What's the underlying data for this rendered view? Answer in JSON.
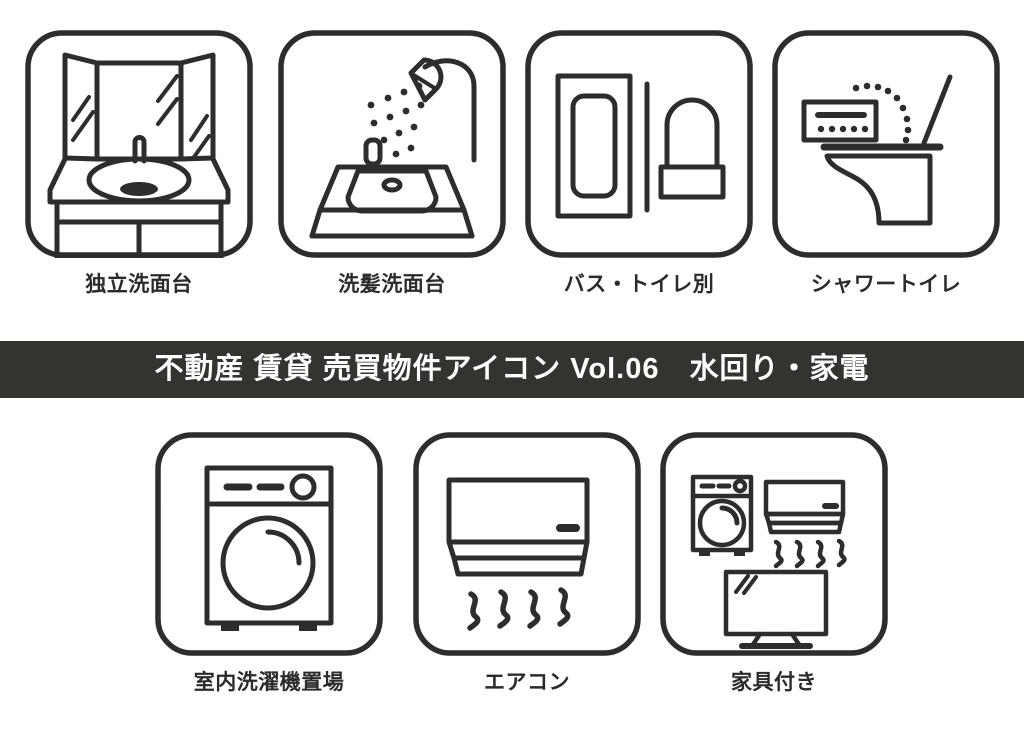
{
  "banner": {
    "title": "不動産 賃貸 売買物件アイコン Vol.06　水回り・家電",
    "background_color": "#333330",
    "text_color": "#ffffff"
  },
  "theme": {
    "page_background": "#ffffff",
    "stroke_color": "#2d2d2d",
    "caption_color": "#2b2b2b"
  },
  "top_row": {
    "cards": [
      {
        "caption": "独立洗面台",
        "icon": "vanity-mirror-washbasin-icon",
        "icon_parts": [
          "three-panel-mirror",
          "mirror-shine-lines",
          "faucet",
          "oval-basin",
          "counter-top",
          "two-cabinet-doors"
        ]
      },
      {
        "caption": "洗髪洗面台",
        "icon": "shampoo-washbasin-shower-icon",
        "icon_parts": [
          "handheld-shower-head",
          "shower-hose",
          "water-spray-dots",
          "faucet",
          "basin-bowl",
          "counter-base"
        ]
      },
      {
        "caption": "バス・トイレ別",
        "icon": "separate-bath-toilet-icon",
        "icon_parts": [
          "bathtub-outline",
          "inner-tub",
          "divider-wall",
          "toilet-tank",
          "toilet-base"
        ]
      },
      {
        "caption": "シャワートイレ",
        "icon": "washlet-shower-toilet-icon",
        "icon_parts": [
          "control-panel",
          "panel-bar",
          "panel-dots",
          "spray-arc-dots",
          "raised-lid",
          "toilet-seat",
          "toilet-bowl"
        ]
      }
    ]
  },
  "bottom_row": {
    "cards": [
      {
        "caption": "室内洗濯機置場",
        "icon": "washing-machine-icon",
        "icon_parts": [
          "machine-body",
          "control-panel",
          "panel-dashes",
          "knob",
          "drum-circle",
          "drum-arc",
          "feet"
        ]
      },
      {
        "caption": "エアコン",
        "icon": "air-conditioner-icon",
        "icon_parts": [
          "unit-body",
          "display-dash",
          "louver-bands",
          "airflow-squiggles"
        ]
      },
      {
        "caption": "家具付き",
        "icon": "furnished-appliances-icon",
        "icon_parts": [
          "mini-washing-machine",
          "mini-air-conditioner",
          "airflow-squiggles",
          "television",
          "tv-stand",
          "screen-shine-lines"
        ]
      }
    ]
  }
}
